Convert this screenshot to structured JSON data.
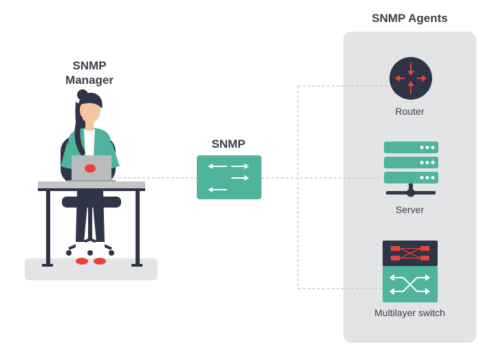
{
  "manager": {
    "title_line1": "SNMP",
    "title_line2": "Manager"
  },
  "protocol": {
    "label": "SNMP"
  },
  "agents": {
    "title": "SNMP Agents",
    "items": [
      {
        "label": "Router",
        "icon": "router-icon"
      },
      {
        "label": "Server",
        "icon": "server-icon"
      },
      {
        "label": "Multilayer switch",
        "icon": "multilayer-switch-icon"
      }
    ]
  },
  "colors": {
    "teal": "#4fb39e",
    "navy": "#2f3447",
    "red": "#e8423b",
    "panel": "#e3e4e5",
    "dashed_line": "#c9cacb"
  }
}
